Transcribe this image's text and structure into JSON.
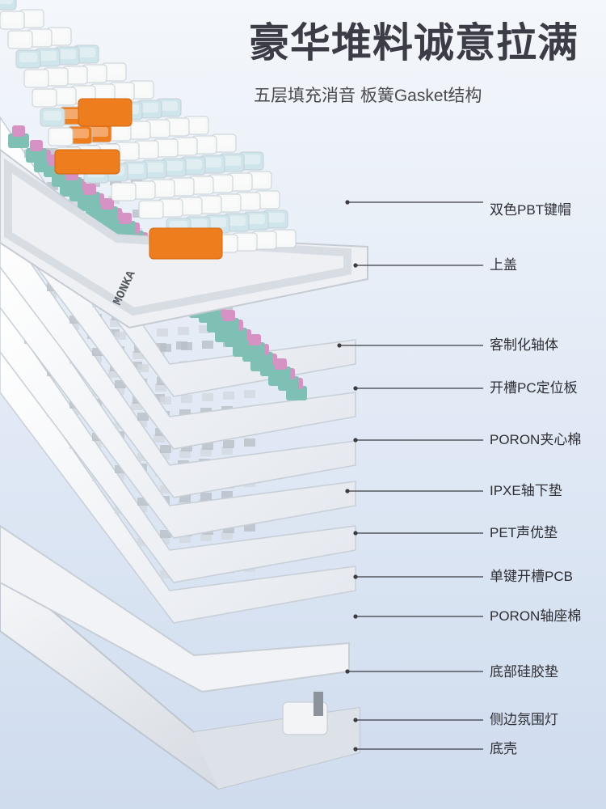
{
  "headline": "豪华堆料诚意拉满",
  "subheadline": "五层填充消音 板簧Gasket结构",
  "brand_mark": "MONKA",
  "colors": {
    "accent_orange": "#ee7d1e",
    "keycap_blue": "#cfe5ec",
    "keycap_white": "#f7f8f8",
    "switch_teal": "#7ec1b4",
    "switch_pink": "#d792c4",
    "leader_line": "#3b3b40",
    "plate_gray": "#e6e9ee"
  },
  "layers": [
    {
      "label": "双色PBT键帽"
    },
    {
      "label": "上盖"
    },
    {
      "label": "客制化轴体"
    },
    {
      "label": "开槽PC定位板"
    },
    {
      "label": "PORON夹心棉"
    },
    {
      "label": "IPXE轴下垫"
    },
    {
      "label": "PET声优垫"
    },
    {
      "label": "单键开槽PCB"
    },
    {
      "label": "PORON轴座棉"
    },
    {
      "label": "底部硅胶垫"
    },
    {
      "label": "侧边氛围灯"
    },
    {
      "label": "底壳"
    }
  ]
}
